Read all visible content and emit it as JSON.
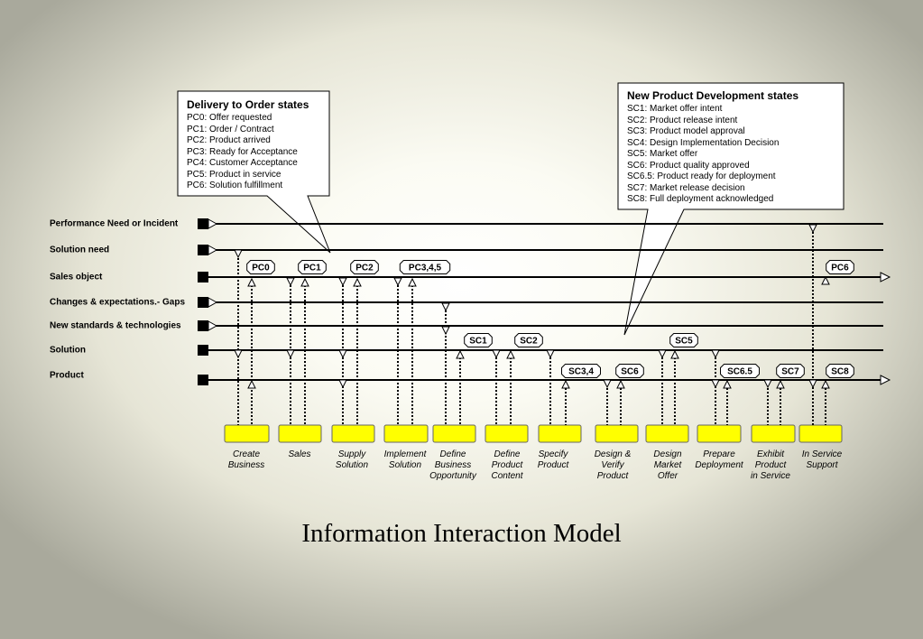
{
  "lanes": [
    {
      "label": "Performance  Need or Incident"
    },
    {
      "label": "Solution need"
    },
    {
      "label": "Sales object"
    },
    {
      "label": "Changes & expectations.- Gaps"
    },
    {
      "label": "New  standards & technologies"
    },
    {
      "label": "Solution"
    },
    {
      "label": "Product"
    }
  ],
  "delivery_callout": {
    "title": "Delivery to Order states",
    "lines": [
      "PC0: Offer requested",
      "PC1: Order / Contract",
      "PC2: Product arrived",
      "PC3: Ready for Acceptance",
      "PC4: Customer Acceptance",
      "PC5: Product in service",
      "PC6: Solution fulfillment"
    ]
  },
  "npd_callout": {
    "title": "New Product Development states",
    "lines": [
      "SC1: Market offer intent",
      "SC2: Product release intent",
      "SC3: Product model approval",
      "SC4: Design Implementation Decision",
      "SC5: Market offer",
      "SC6: Product quality approved",
      "SC6.5: Product ready for deployment",
      "SC7: Market release decision",
      "SC8: Full deployment acknowledged"
    ]
  },
  "state_tags": [
    "PC0",
    "PC1",
    "PC2",
    "PC3,4,5",
    "PC6",
    "SC1",
    "SC2",
    "SC5",
    "SC3,4",
    "SC6",
    "SC6.5",
    "SC7",
    "SC8"
  ],
  "processes": [
    {
      "label": "Create\nBusiness"
    },
    {
      "label": "Sales"
    },
    {
      "label": "Supply\nSolution"
    },
    {
      "label": "Implement\nSolution"
    },
    {
      "label": "Define\nBusiness\nOpportunity"
    },
    {
      "label": "Define\nProduct\nContent"
    },
    {
      "label": "Specify\nProduct"
    },
    {
      "label": "Design &\nVerify\nProduct"
    },
    {
      "label": "Design\nMarket\nOffer"
    },
    {
      "label": "Prepare\nDeployment"
    },
    {
      "label": "Exhibit\nProduct\nin Service"
    },
    {
      "label": "In Service\nSupport"
    }
  ],
  "title": "Information Interaction Model",
  "colors": {
    "process_box": "#ffff00",
    "line": "#000000"
  }
}
